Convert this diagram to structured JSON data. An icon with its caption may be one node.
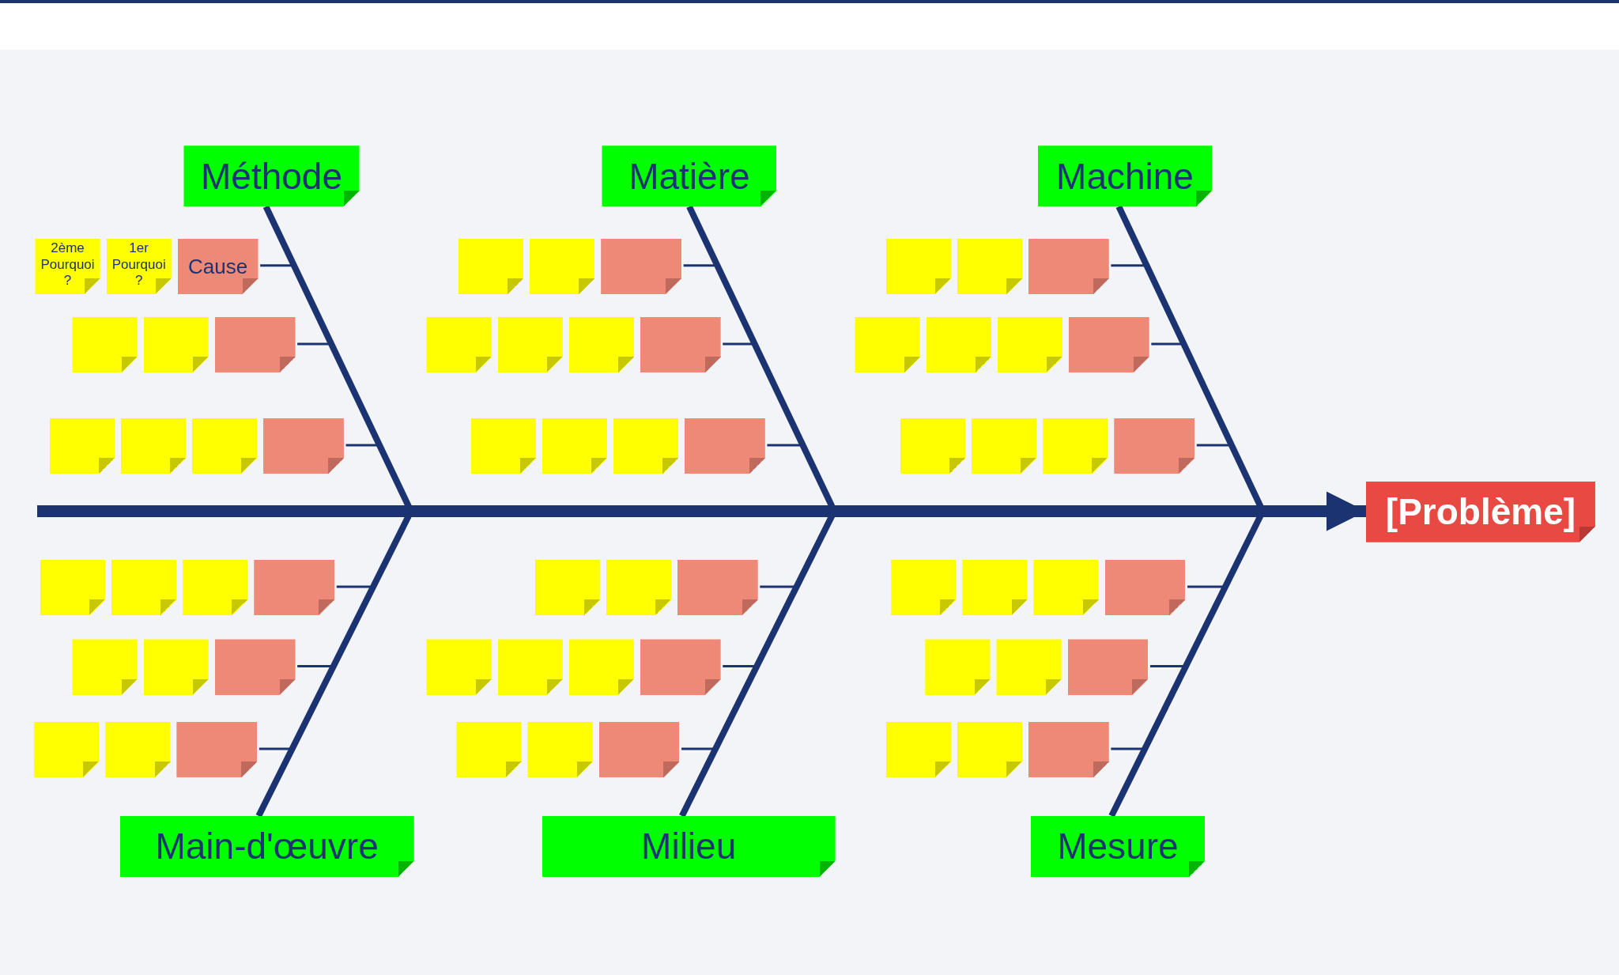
{
  "diagram": {
    "nodes": [
      {
        "text": [
          "Méthode"
        ]
      },
      {
        "text": [
          "2ème Pourquoi ?"
        ]
      },
      {
        "text": [
          "1er Pourquoi ?"
        ]
      },
      {
        "text": [
          "Cause"
        ]
      },
      {
        "text": [],
        "shape": "box"
      },
      {
        "text": [],
        "shape": "box"
      },
      {
        "text": [],
        "shape": "box"
      },
      {
        "text": [],
        "shape": "box"
      },
      {
        "text": [],
        "shape": "box"
      },
      {
        "text": [],
        "shape": "box"
      },
      {
        "text": [],
        "shape": "box"
      },
      {
        "text": [
          "Matière"
        ]
      },
      {
        "text": [],
        "shape": "box"
      },
      {
        "text": [],
        "shape": "box"
      },
      {
        "text": [],
        "shape": "box"
      },
      {
        "text": [],
        "shape": "box"
      },
      {
        "text": [],
        "shape": "box"
      },
      {
        "text": [],
        "shape": "box"
      },
      {
        "text": [],
        "shape": "box"
      },
      {
        "text": [],
        "shape": "box"
      },
      {
        "text": [],
        "shape": "box"
      },
      {
        "text": [],
        "shape": "box"
      },
      {
        "text": [],
        "shape": "box"
      },
      {
        "text": [
          "Machine"
        ]
      },
      {
        "text": [],
        "shape": "box"
      },
      {
        "text": [],
        "shape": "box"
      },
      {
        "text": [],
        "shape": "box"
      },
      {
        "text": [],
        "shape": "box"
      },
      {
        "text": [],
        "shape": "box"
      },
      {
        "text": [],
        "shape": "box"
      },
      {
        "text": [],
        "shape": "box"
      },
      {
        "text": [],
        "shape": "box"
      },
      {
        "text": [],
        "shape": "box"
      },
      {
        "text": [],
        "shape": "box"
      },
      {
        "text": [],
        "shape": "box"
      },
      {
        "text": [
          "[Problème]"
        ]
      },
      {
        "text": [
          "Main-d'œuvre"
        ]
      },
      {
        "text": [],
        "shape": "box"
      },
      {
        "text": [],
        "shape": "box"
      },
      {
        "text": [],
        "shape": "box"
      },
      {
        "text": [],
        "shape": "box"
      },
      {
        "text": [],
        "shape": "box"
      },
      {
        "text": [],
        "shape": "box"
      },
      {
        "text": [],
        "shape": "box"
      },
      {
        "text": [],
        "shape": "box"
      },
      {
        "text": [],
        "shape": "box"
      },
      {
        "text": [],
        "shape": "box"
      },
      {
        "text": [
          "Milieu"
        ]
      },
      {
        "text": [],
        "shape": "box"
      },
      {
        "text": [],
        "shape": "box"
      },
      {
        "text": [],
        "shape": "box"
      },
      {
        "text": [],
        "shape": "box"
      },
      {
        "text": [],
        "shape": "box"
      },
      {
        "text": [],
        "shape": "box"
      },
      {
        "text": [],
        "shape": "box"
      },
      {
        "text": [],
        "shape": "box"
      },
      {
        "text": [],
        "shape": "box"
      },
      {
        "text": [],
        "shape": "box"
      },
      {
        "text": [
          "Mesure"
        ]
      },
      {
        "text": [],
        "shape": "box"
      },
      {
        "text": [],
        "shape": "box"
      },
      {
        "text": [],
        "shape": "box"
      },
      {
        "text": [],
        "shape": "box"
      },
      {
        "text": [],
        "shape": "box"
      },
      {
        "text": [],
        "shape": "box"
      },
      {
        "text": [],
        "shape": "box"
      },
      {
        "text": [],
        "shape": "box"
      },
      {
        "text": [],
        "shape": "box"
      },
      {
        "text": [],
        "shape": "box"
      }
    ],
    "edges": [
      {
        "from": null,
        "to": 35,
        "arrow": "to",
        "style": "thick"
      },
      {
        "from": 0,
        "to": null,
        "arrow": "none",
        "style": "thick"
      },
      {
        "from": 11,
        "to": null,
        "arrow": "none",
        "style": "thick"
      },
      {
        "from": 23,
        "to": null,
        "arrow": "none",
        "style": "thick"
      },
      {
        "from": 36,
        "to": null,
        "arrow": "none",
        "style": "thick"
      },
      {
        "from": 47,
        "to": null,
        "arrow": "none",
        "style": "thick"
      },
      {
        "from": 58,
        "to": null,
        "arrow": "none",
        "style": "thick"
      },
      {
        "from": 3,
        "to": null,
        "arrow": "none"
      },
      {
        "from": 6,
        "to": null,
        "arrow": "none"
      },
      {
        "from": 10,
        "to": null,
        "arrow": "none"
      },
      {
        "from": 14,
        "to": null,
        "arrow": "none"
      },
      {
        "from": 18,
        "to": null,
        "arrow": "none"
      },
      {
        "from": 22,
        "to": null,
        "arrow": "none"
      },
      {
        "from": 26,
        "to": null,
        "arrow": "none"
      },
      {
        "from": 30,
        "to": null,
        "arrow": "none"
      },
      {
        "from": 34,
        "to": null,
        "arrow": "none"
      },
      {
        "from": 40,
        "to": null,
        "arrow": "none"
      },
      {
        "from": 43,
        "to": null,
        "arrow": "none"
      },
      {
        "from": 46,
        "to": null,
        "arrow": "none"
      },
      {
        "from": 50,
        "to": null,
        "arrow": "none"
      },
      {
        "from": 54,
        "to": null,
        "arrow": "none"
      },
      {
        "from": 57,
        "to": null,
        "arrow": "none"
      },
      {
        "from": 62,
        "to": null,
        "arrow": "none"
      },
      {
        "from": 65,
        "to": null,
        "arrow": "none"
      },
      {
        "from": 68,
        "to": null,
        "arrow": "none"
      }
    ]
  }
}
